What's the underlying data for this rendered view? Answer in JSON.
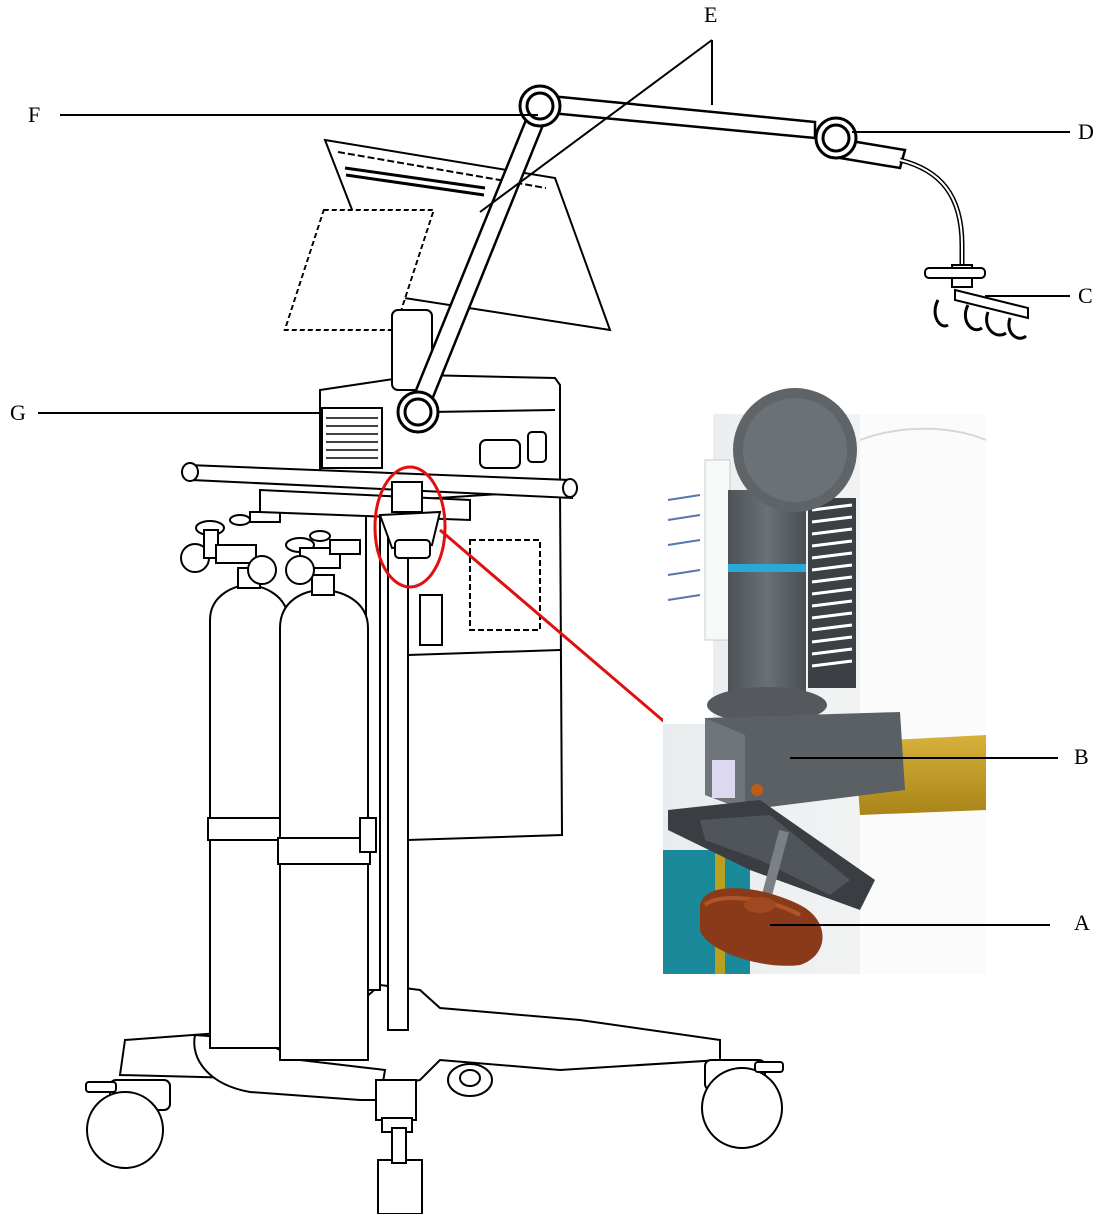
{
  "labels": {
    "A": "A",
    "B": "B",
    "C": "C",
    "D": "D",
    "E": "E",
    "F": "F",
    "G": "G"
  },
  "colors": {
    "line": "#000000",
    "highlight": "#e01010",
    "inset_body": "#5f6468",
    "inset_stripe": "#2aa8d8",
    "inset_gold": "#c9a02a",
    "inset_knob": "#8a3a18",
    "inset_teal": "#1a8a9a"
  }
}
